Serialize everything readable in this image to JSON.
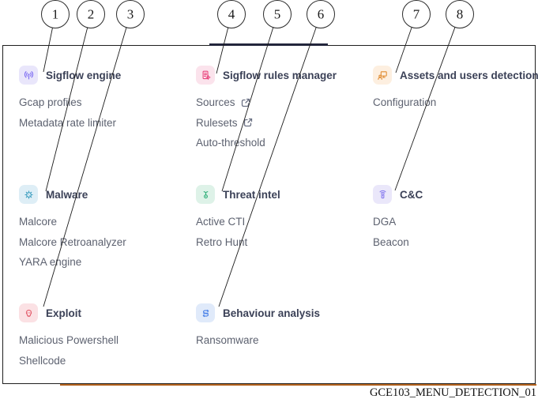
{
  "figure": {
    "caption": "GCE103_MENU_DETECTION_01"
  },
  "callouts": [
    {
      "number": "1",
      "target": "sigflow-engine"
    },
    {
      "number": "2",
      "target": "malware"
    },
    {
      "number": "3",
      "target": "exploit"
    },
    {
      "number": "4",
      "target": "sigflow-rules-manager"
    },
    {
      "number": "5",
      "target": "threat-intel"
    },
    {
      "number": "6",
      "target": "behaviour-analysis"
    },
    {
      "number": "7",
      "target": "assets-and-users-detection"
    },
    {
      "number": "8",
      "target": "cc"
    }
  ],
  "menu": {
    "sections": [
      {
        "id": "sigflow-engine",
        "title": "Sigflow engine",
        "icon": "antenna-icon",
        "icon_bg": "#e9e6fb",
        "icon_color": "#7f6ef2",
        "items": [
          {
            "label": "Gcap profiles"
          },
          {
            "label": "Metadata rate limiter"
          }
        ]
      },
      {
        "id": "sigflow-rules-manager",
        "title": "Sigflow rules manager",
        "icon": "document-gear-icon",
        "icon_bg": "#fbe3ec",
        "icon_color": "#e9447c",
        "items": [
          {
            "label": "Sources",
            "external": true
          },
          {
            "label": "Rulesets",
            "external": true
          },
          {
            "label": "Auto-threshold"
          }
        ]
      },
      {
        "id": "assets-and-users-detection",
        "title": "Assets and users detection",
        "icon": "users-monitor-icon",
        "icon_bg": "#fdefe0",
        "icon_color": "#e08a2e",
        "items": [
          {
            "label": "Configuration"
          }
        ]
      },
      {
        "id": "malware",
        "title": "Malware",
        "icon": "virus-icon",
        "icon_bg": "#deeef6",
        "icon_color": "#3f9fc0",
        "items": [
          {
            "label": "Malcore"
          },
          {
            "label": "Malcore Retroanalyzer"
          },
          {
            "label": "YARA engine"
          }
        ]
      },
      {
        "id": "threat-intel",
        "title": "Threat intel",
        "icon": "honeypot-icon",
        "icon_bg": "#def2e8",
        "icon_color": "#30ae79",
        "items": [
          {
            "label": "Active CTI"
          },
          {
            "label": "Retro Hunt"
          }
        ]
      },
      {
        "id": "cc",
        "title": "C&C",
        "icon": "beacon-icon",
        "icon_bg": "#eae7fa",
        "icon_color": "#8579ee",
        "items": [
          {
            "label": "DGA"
          },
          {
            "label": "Beacon"
          }
        ]
      },
      {
        "id": "exploit",
        "title": "Exploit",
        "icon": "skull-icon",
        "icon_bg": "#fbe1e4",
        "icon_color": "#e25767",
        "items": [
          {
            "label": "Malicious Powershell"
          },
          {
            "label": "Shellcode"
          }
        ]
      },
      {
        "id": "behaviour-analysis",
        "title": "Behaviour analysis",
        "icon": "s-curve-arrows-icon",
        "icon_bg": "#e0eafa",
        "icon_color": "#4b82e8",
        "items": [
          {
            "label": "Ransomware"
          }
        ]
      }
    ]
  }
}
